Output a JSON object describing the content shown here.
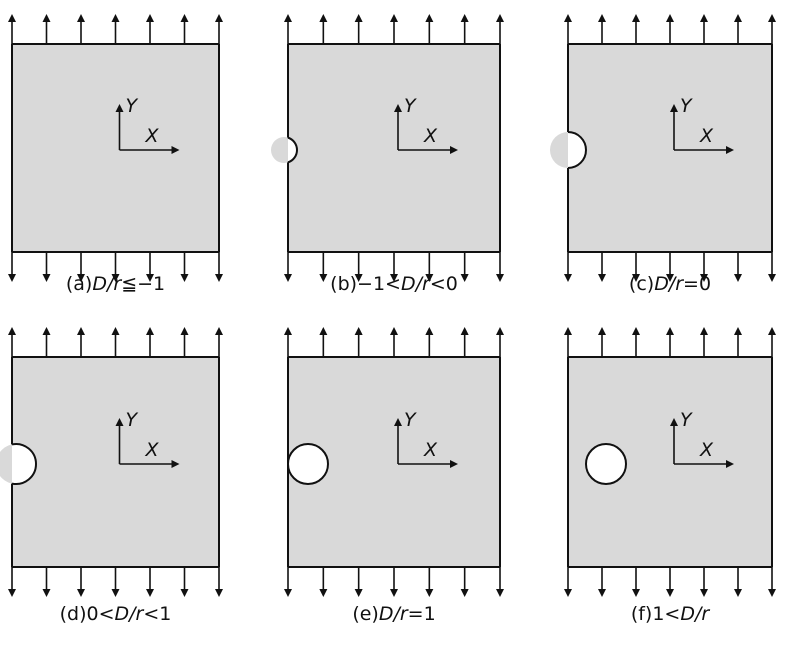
{
  "colors": {
    "plate_fill": "#d9d9d9",
    "stroke": "#111111",
    "background": "#ffffff"
  },
  "panels": [
    {
      "id": "a",
      "caption_prefix": "(a)",
      "caption_math": "D/r",
      "caption_suffix": "≦−1",
      "axis_x": "X",
      "axis_y": "Y",
      "hole": "none"
    },
    {
      "id": "b",
      "caption_prefix": "(b)−1<",
      "caption_math": "D/r",
      "caption_suffix": "<0",
      "axis_x": "X",
      "axis_y": "Y",
      "hole": "small-edge-notch"
    },
    {
      "id": "c",
      "caption_prefix": "(c)",
      "caption_math": "D/r",
      "caption_suffix": "=0",
      "axis_x": "X",
      "axis_y": "Y",
      "hole": "half-circle-edge-notch"
    },
    {
      "id": "d",
      "caption_prefix": "(d)0<",
      "caption_math": "D/r",
      "caption_suffix": "<1",
      "axis_x": "X",
      "axis_y": "Y",
      "hole": "large-edge-notch"
    },
    {
      "id": "e",
      "caption_prefix": "(e)",
      "caption_math": "D/r",
      "caption_suffix": "=1",
      "axis_x": "X",
      "axis_y": "Y",
      "hole": "circle-touching-edge"
    },
    {
      "id": "f",
      "caption_prefix": "(f)1<",
      "caption_math": "D/r",
      "caption_suffix": "",
      "axis_x": "X",
      "axis_y": "Y",
      "hole": "interior-circle"
    }
  ]
}
